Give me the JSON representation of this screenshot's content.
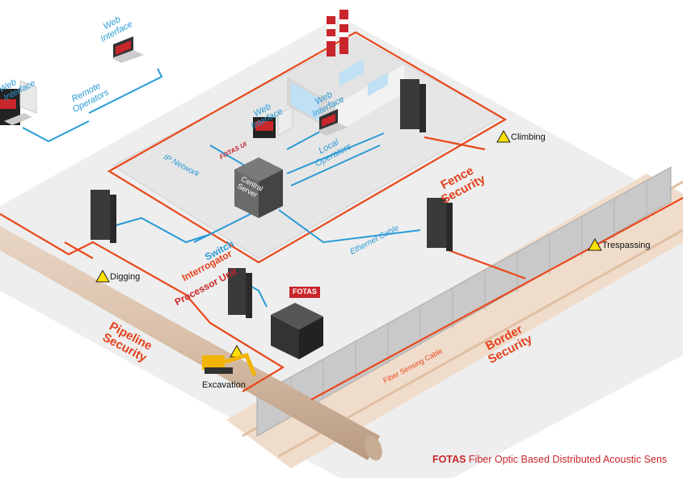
{
  "labels": {
    "web_interface_top": "Web\nInterface",
    "web_interface_left": "Web\nInterface",
    "web_interface_mid1": "Web\nInterface",
    "web_interface_mid2": "Web\nInterface",
    "remote_operators": "Remote\nOperators",
    "local_operators": "Local\nOperators",
    "ip_network": "IP Network",
    "fotas_ui": "FOTAS UI",
    "central_server": "Central\nServer",
    "ethernet_cable": "Ethernet Cable",
    "switch": "Switch",
    "interrogator": "Interrogator",
    "processor_unit": "Processor Unit",
    "fence_security": "Fence\nSecurity",
    "pipeline_security": "Pipeline\nSecurity",
    "border_security": "Border\nSecurity",
    "fiber_sensing_cable": "Fiber Sensing Cable",
    "climbing": "Climbing",
    "trespassing": "Trespassing",
    "digging": "Digging",
    "excavation": "Excavation",
    "device_brand": "FOTAS"
  },
  "footer": {
    "brand": "FOTAS",
    "text": " Fiber Optic Based Distributed Acoustic Sens"
  },
  "colors": {
    "fiber": "#e8491d",
    "network": "#2a9ad6",
    "floor": "#efefef",
    "brand_red": "#c8262b"
  }
}
